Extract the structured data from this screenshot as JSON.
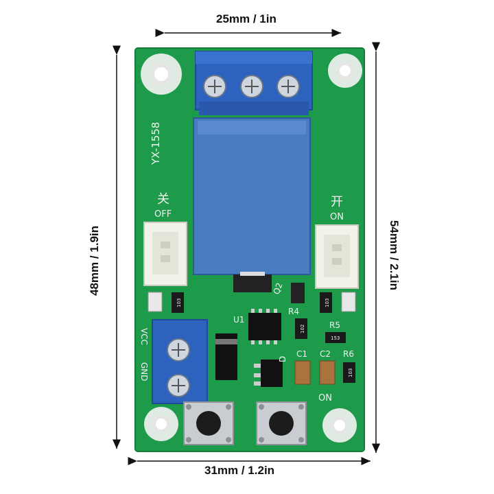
{
  "dimensions": {
    "top": "25mm / 1in",
    "bottom": "31mm / 1.2in",
    "left": "48mm / 1.9in",
    "right": "54mm / 2.1in"
  },
  "board": {
    "model": "YX-1558",
    "off_cn": "关",
    "off_en": "OFF",
    "on_cn": "开",
    "on_en": "ON",
    "vcc": "VCC",
    "gnd": "GND",
    "on_button": "ON",
    "u1": "U1",
    "q2": "Q2",
    "r4": "R4",
    "r5": "R5",
    "c1": "C1",
    "c2": "C2",
    "r6": "R6",
    "d": "D",
    "chip_103": "103",
    "chip_102": "102",
    "chip_153": "153"
  },
  "colors": {
    "pcb": "#1f9a4a",
    "terminal": "#2f63c0",
    "relay": "#4d7fc4"
  }
}
